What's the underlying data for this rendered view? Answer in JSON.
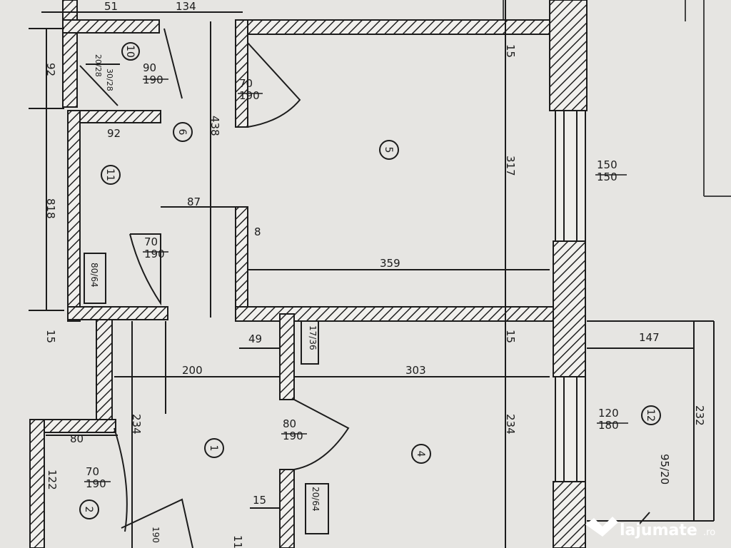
{
  "plan": {
    "rooms": [
      "1",
      "2",
      "4",
      "5",
      "6",
      "10",
      "11",
      "12"
    ],
    "dims": {
      "d51": "51",
      "d134": "134",
      "d92a": "92",
      "d92b": "92",
      "d438": "438",
      "d87": "87",
      "d818": "818",
      "d15a": "15",
      "d15b": "15",
      "d15c": "15",
      "d15d": "15",
      "d8": "8",
      "d359": "359",
      "d317": "317",
      "d49": "49",
      "d200": "200",
      "d303": "303",
      "d147": "147",
      "d234a": "234",
      "d234b": "234",
      "d232": "232",
      "d80": "80",
      "d122": "122",
      "d11": "11"
    },
    "openings": {
      "o1": "90/190",
      "o2": "70/190",
      "o3": "70/190",
      "o4": "80/190",
      "o5": "70/190",
      "o6": "120/180",
      "o7": "150/150",
      "o8": "95/20",
      "o9": "17/36",
      "o10": "80/64",
      "o11": "30/28",
      "o12": "20/64",
      "o13": "20/28",
      "o14": "190"
    }
  },
  "watermark": {
    "brand": "lajumate",
    "tld": ".ro"
  },
  "colors": {
    "paper": "#e6e5e2",
    "ink": "#1c1c1c",
    "watermark": "#ffffff"
  }
}
